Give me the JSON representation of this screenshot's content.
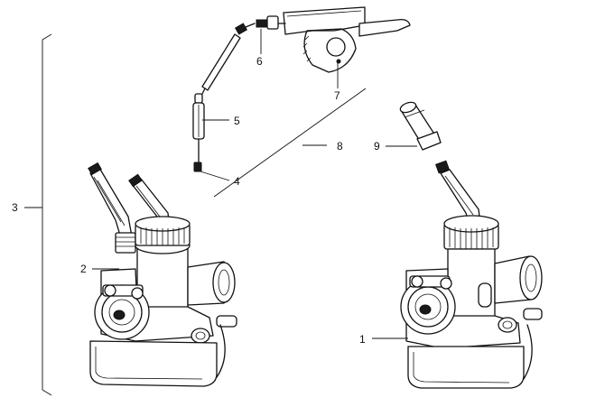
{
  "diagram": {
    "callouts": [
      {
        "id": "c1",
        "text": "1"
      },
      {
        "id": "c2",
        "text": "2"
      },
      {
        "id": "c3",
        "text": "3"
      },
      {
        "id": "c4",
        "text": "4"
      },
      {
        "id": "c5",
        "text": "5"
      },
      {
        "id": "c6",
        "text": "6"
      },
      {
        "id": "c7",
        "text": "7"
      },
      {
        "id": "c8",
        "text": "8"
      },
      {
        "id": "c9",
        "text": "9"
      }
    ]
  },
  "colors": {
    "ink": "#111111",
    "paper": "#ffffff"
  }
}
